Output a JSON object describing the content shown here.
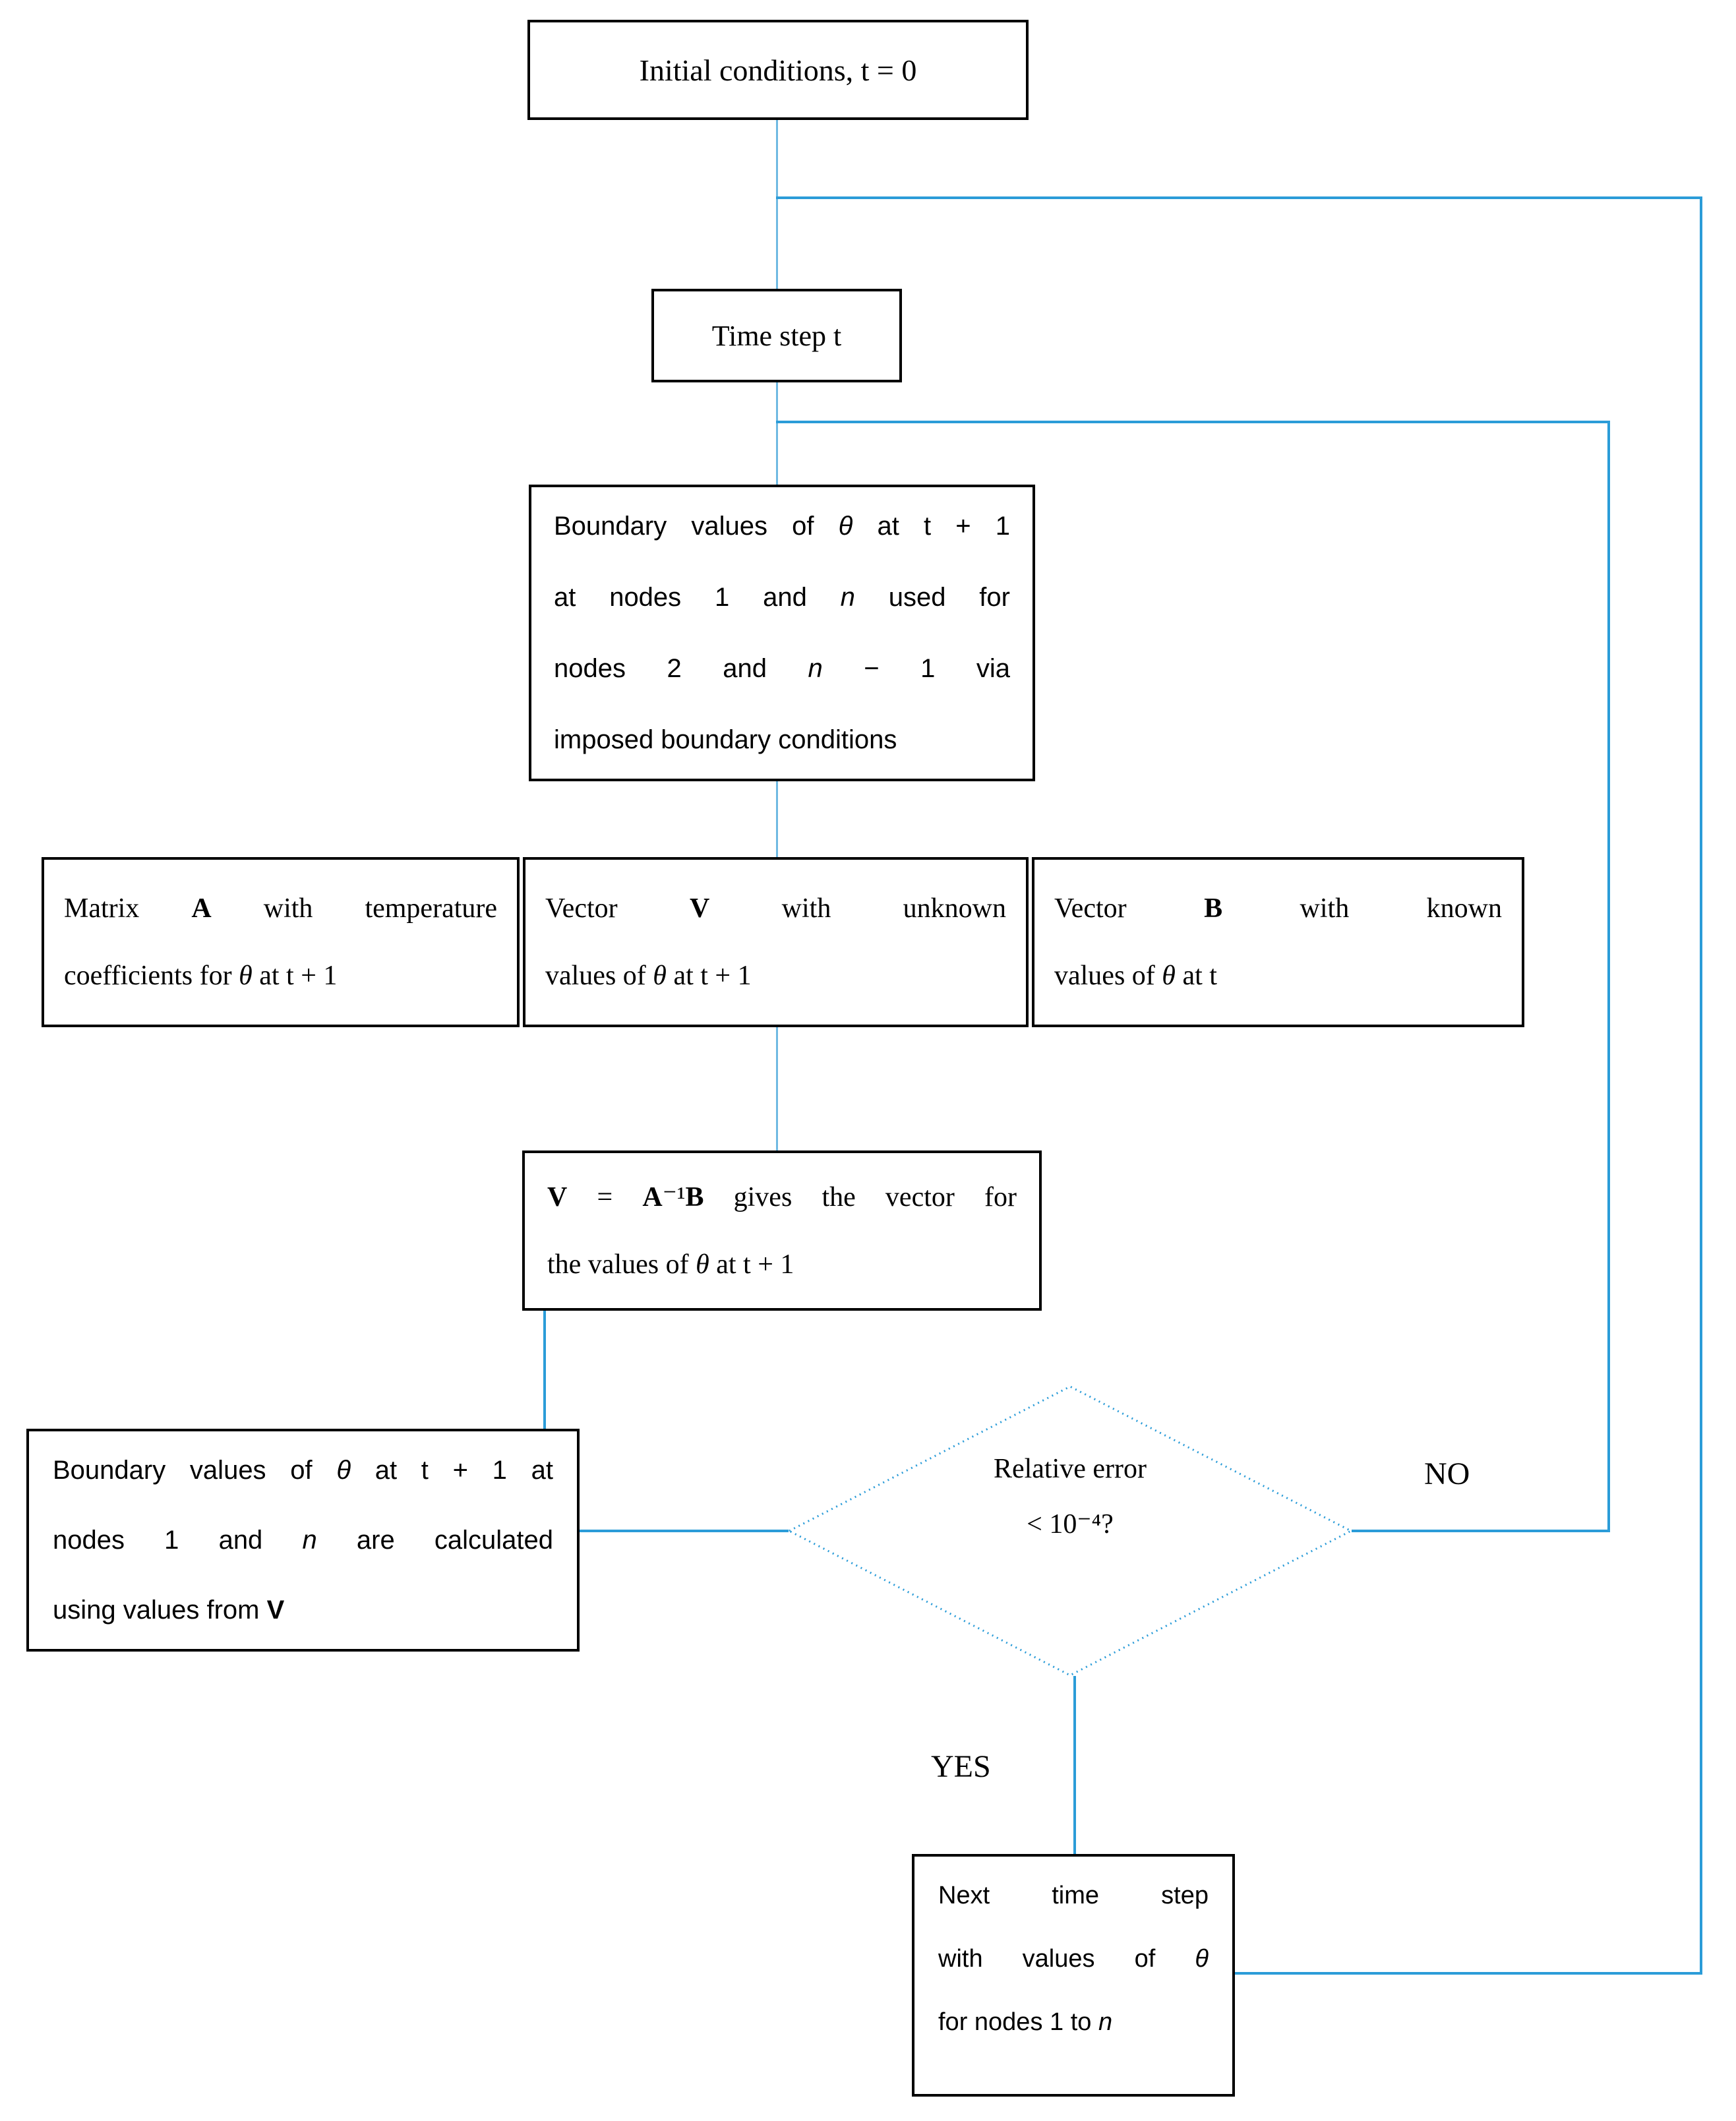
{
  "palette": {
    "line_blue": "#2b9cd8",
    "line_blue_light": "#6fb9e2",
    "box_border": "#000000",
    "text": "#000000",
    "background": "#ffffff"
  },
  "flowchart": {
    "initial": {
      "l1": "Initial conditions, t = 0"
    },
    "time_step": {
      "l1": "Time step t"
    },
    "imposed_bc": {
      "l1": "Boundary values of <i>θ</i> at t + 1",
      "l2": "at nodes 1 and <i>n</i> used for",
      "l3": "nodes 2 and <i>n</i> − 1 via",
      "l4": "imposed boundary conditions"
    },
    "matrix_a": {
      "l1": "Matrix <b>A</b> with temperature",
      "l2": "coefficients for <i>θ</i> at t + 1"
    },
    "vector_v": {
      "l1": "Vector <b>V</b> with unknown",
      "l2": "values of <i>θ</i> at t + 1"
    },
    "vector_b": {
      "l1": "Vector <b>B</b> with known",
      "l2": "values of <i>θ</i> at t"
    },
    "solve": {
      "l1": "<b>V</b> = <b>A</b>⁻¹<b>B</b> gives the vector for",
      "l2": "the values of <i>θ</i> at t + 1"
    },
    "calc_bc": {
      "l1": "Boundary values of <i>θ</i> at t + 1 at",
      "l2": "nodes 1 and <i>n</i> are calculated",
      "l3": "using values from <b>V</b>"
    },
    "decision": {
      "l1": "Relative error",
      "l2": "&lt; 10⁻⁴?"
    },
    "next_step": {
      "l1": "Next time step",
      "l2": "with values of <i>θ</i>",
      "l3": "for nodes 1 to <i>n</i>"
    },
    "labels": {
      "no": "NO",
      "yes": "YES"
    }
  }
}
